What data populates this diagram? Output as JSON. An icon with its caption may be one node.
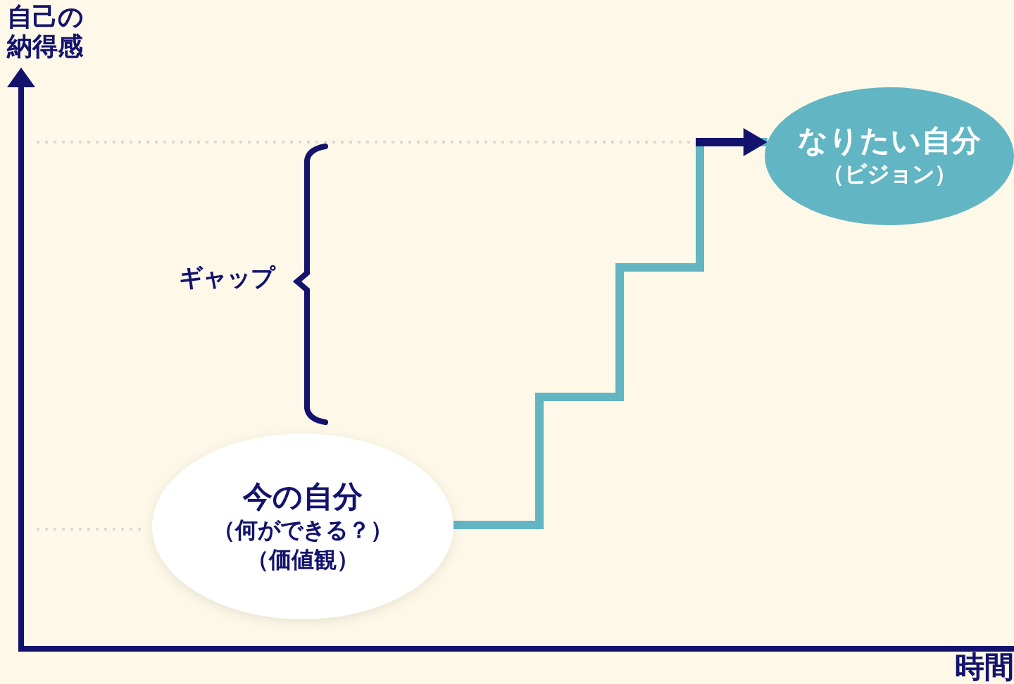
{
  "diagram": {
    "nodes": [
      {
        "text": [
          "今の自分",
          "（何ができる？）",
          "（価値観）"
        ]
      },
      {
        "text": [
          "なりたい自分",
          "（ビジョン）"
        ]
      }
    ],
    "edges": [
      {
        "from": 0,
        "to": 1,
        "arrow": "to"
      }
    ],
    "labels": [
      "自己の納得感",
      "ギャップ",
      "時間"
    ]
  }
}
